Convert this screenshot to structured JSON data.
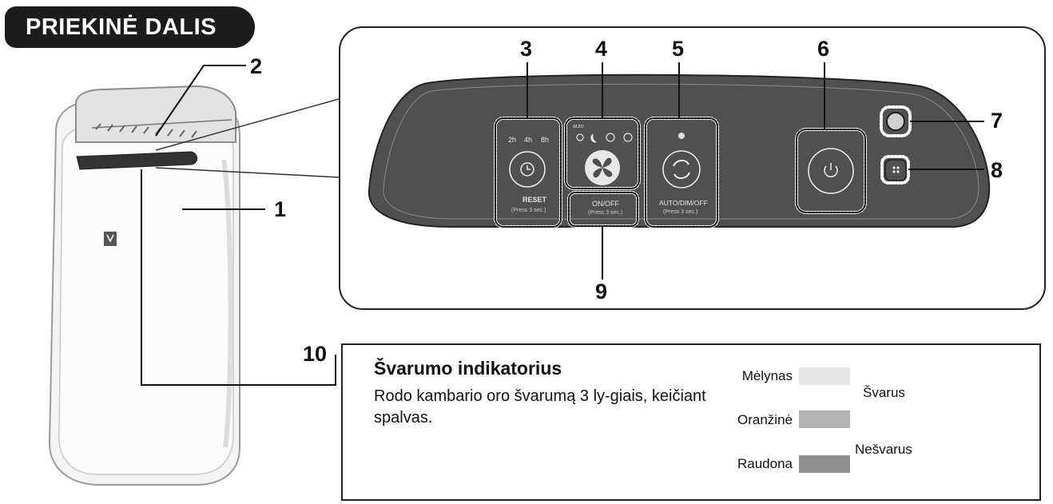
{
  "title": "PRIEKINĖ DALIS",
  "callouts": [
    "1",
    "2",
    "3",
    "4",
    "5",
    "6",
    "7",
    "8",
    "9",
    "10"
  ],
  "panel": {
    "timer_hours": [
      "2h",
      "4h",
      "8h"
    ],
    "reset_label": "RESET",
    "reset_hint": "(Press 3 sec.)",
    "mode_label": "auto",
    "onoff_label": "ON/OFF",
    "onoff_hint": "(Press 3 sec.)",
    "auto_label": "AUTO/DIM/OFF",
    "auto_hint": "(Press 3 sec.)"
  },
  "indicator": {
    "title": "Švarumo indikatorius",
    "description": "Rodo kambario  oro švarumą  3 ly-giais, keičiant spalvas.",
    "levels": [
      {
        "label": "Mėlynas",
        "color": "#e6e6e6"
      },
      {
        "label": "Oranžinė",
        "color": "#b3b3b3"
      },
      {
        "label": "Raudona",
        "color": "#8f8f8f"
      }
    ],
    "clean_label": "Švarus",
    "dirty_label": "Nešvarus"
  },
  "colors": {
    "panel": "#505050",
    "frame": "#222222"
  }
}
